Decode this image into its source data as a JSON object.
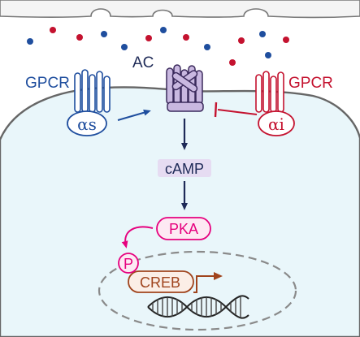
{
  "labels": {
    "gpcr_left": "GPCR",
    "gpcr_right": "GPCR",
    "ac": "AC",
    "alpha_s": "αs",
    "alpha_i": "αi",
    "camp": "cAMP",
    "pka": "PKA",
    "p": "P",
    "creb": "CREB"
  },
  "colors": {
    "stimulatory": "#1f4e9e",
    "inhibitory": "#c4122f",
    "ac_fill": "#c9b8e0",
    "ac_stroke": "#3b2a5c",
    "pka": "#e6007e",
    "creb": "#a0441d",
    "cytoplasm": "#e9f6fa",
    "membrane": "#666666",
    "camp_bg": "#e6dcf2",
    "arrow_dark": "#1e2a57"
  }
}
